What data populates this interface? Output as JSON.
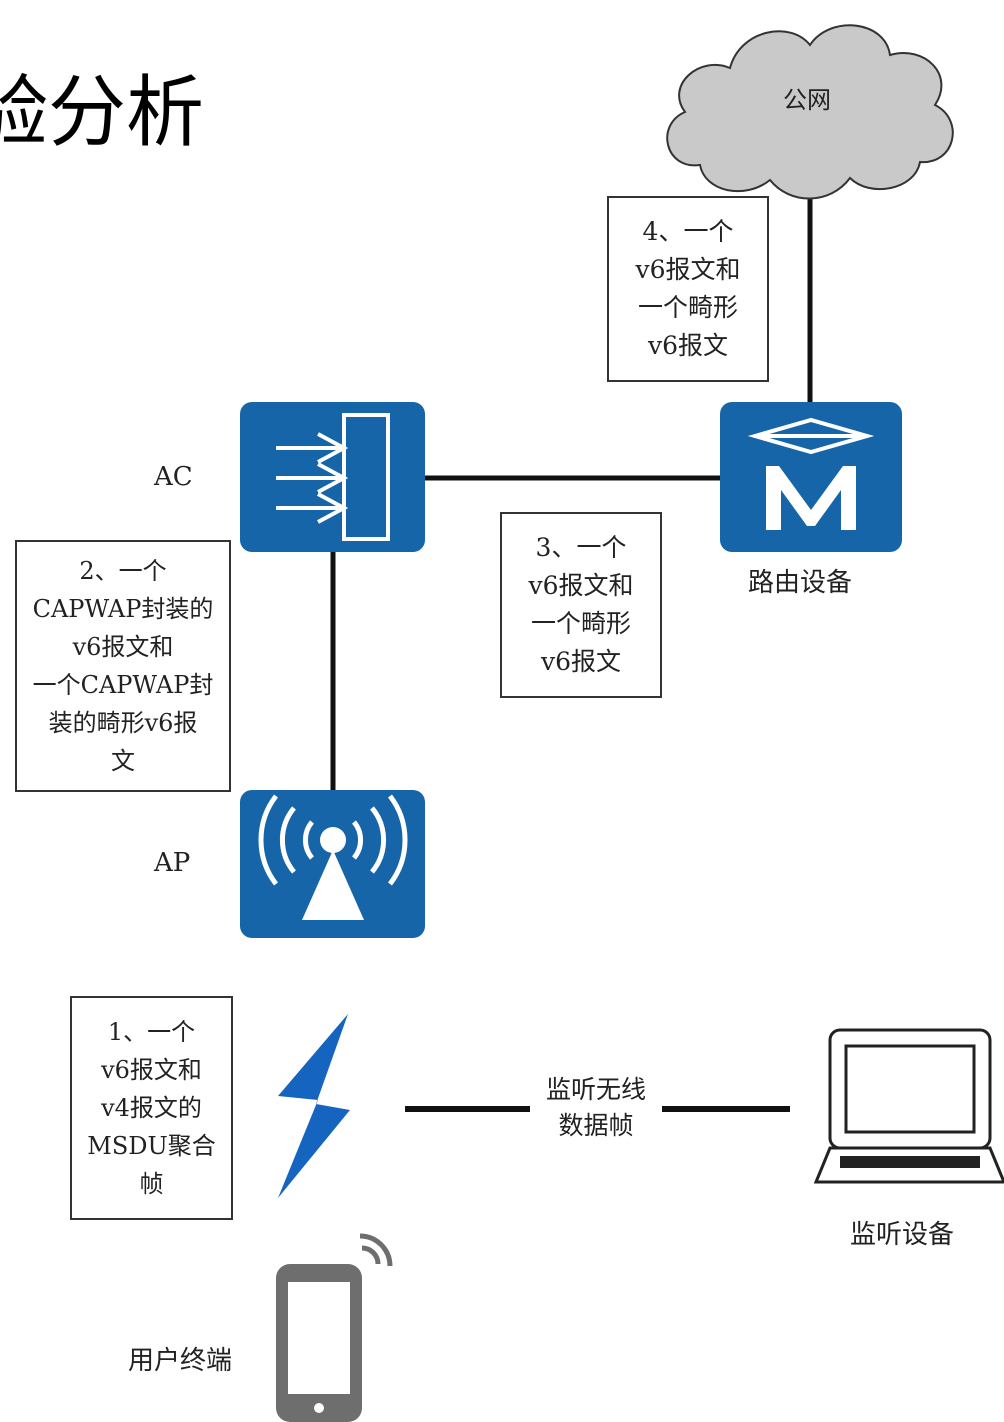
{
  "title": "验分析",
  "nodes": {
    "internet": "公网",
    "ac": "AC",
    "router": "路由设备",
    "ap": "AP",
    "terminal": "用户终端",
    "monitor": "监听设备"
  },
  "notes": {
    "step1": [
      "1、一个",
      "v6报文和",
      "v4报文的",
      "MSDU聚合",
      "帧"
    ],
    "step2": [
      "2、一个",
      "CAPWAP封装的",
      "v6报文和",
      "一个CAPWAP封",
      "装的畸形v6报",
      "文"
    ],
    "step3": [
      "3、一个",
      "v6报文和",
      "一个畸形",
      "v6报文"
    ],
    "step4": [
      "4、一个",
      "v6报文和",
      "一个畸形",
      "v6报文"
    ]
  },
  "wireless_link": [
    "监听无线",
    "数据帧"
  ],
  "colors": {
    "device_blue": "#1565a8",
    "cloud_gray": "#c9c9c9",
    "lightning_blue": "#1565c0",
    "phone_gray": "#6e6e6e"
  }
}
